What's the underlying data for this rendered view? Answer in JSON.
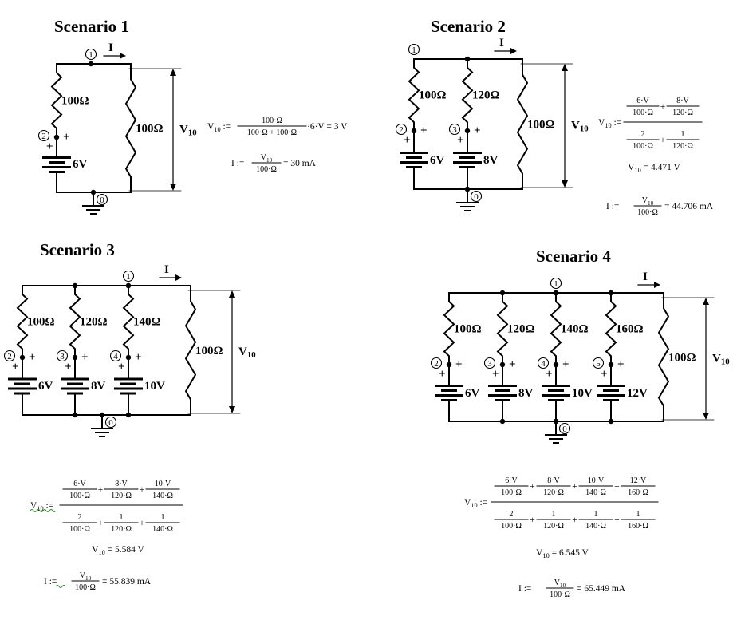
{
  "colors": {
    "ink": "#000000",
    "background": "#ffffff",
    "squiggle": "#2e8b2e"
  },
  "scenarios": [
    {
      "title": "Scenario 1",
      "branches": [
        {
          "resistor": "100Ω",
          "node": "2",
          "battery": "6V"
        }
      ],
      "load": "100Ω",
      "top_node": "1",
      "ground_node": "0",
      "current_label": "I",
      "voltage_label": "V10",
      "equations": {
        "v_lhs": "V10 :=",
        "v_num": "100·Ω",
        "v_den": "100·Ω + 100·Ω",
        "v_tail": "·6·V = 3 V",
        "i_lhs": "I :=",
        "i_num": "V10",
        "i_den": "100·Ω",
        "i_result": "= 30 mA"
      }
    },
    {
      "title": "Scenario 2",
      "branches": [
        {
          "resistor": "100Ω",
          "node": "2",
          "battery": "6V"
        },
        {
          "resistor": "120Ω",
          "node": "3",
          "battery": "8V"
        }
      ],
      "load": "100Ω",
      "top_node": "1",
      "ground_node": "0",
      "current_label": "I",
      "voltage_label": "V10",
      "equations": {
        "v_lhs": "V10 :=",
        "num_terms": [
          [
            "6·V",
            "100·Ω"
          ],
          [
            "8·V",
            "120·Ω"
          ]
        ],
        "den_terms": [
          [
            "2",
            "100·Ω"
          ],
          [
            "1",
            "120·Ω"
          ]
        ],
        "v_result": "V10 = 4.471 V",
        "i_lhs": "I :=",
        "i_num": "V10",
        "i_den": "100·Ω",
        "i_result": "= 44.706 mA"
      }
    },
    {
      "title": "Scenario 3",
      "branches": [
        {
          "resistor": "100Ω",
          "node": "2",
          "battery": "6V"
        },
        {
          "resistor": "120Ω",
          "node": "3",
          "battery": "8V"
        },
        {
          "resistor": "140Ω",
          "node": "4",
          "battery": "10V"
        }
      ],
      "load": "100Ω",
      "top_node": "1",
      "ground_node": "0",
      "current_label": "I",
      "voltage_label": "V10",
      "equations": {
        "v_lhs": "V10 :=",
        "num_terms": [
          [
            "6·V",
            "100·Ω"
          ],
          [
            "8·V",
            "120·Ω"
          ],
          [
            "10·V",
            "140·Ω"
          ]
        ],
        "den_terms": [
          [
            "2",
            "100·Ω"
          ],
          [
            "1",
            "120·Ω"
          ],
          [
            "1",
            "140·Ω"
          ]
        ],
        "v_result": "V10 = 5.584 V",
        "i_lhs": "I :=",
        "i_num": "V10",
        "i_den": "100·Ω",
        "i_result": "= 55.839 mA"
      }
    },
    {
      "title": "Scenario 4",
      "branches": [
        {
          "resistor": "100Ω",
          "node": "2",
          "battery": "6V"
        },
        {
          "resistor": "120Ω",
          "node": "3",
          "battery": "8V"
        },
        {
          "resistor": "140Ω",
          "node": "4",
          "battery": "10V"
        },
        {
          "resistor": "160Ω",
          "node": "5",
          "battery": "12V"
        }
      ],
      "load": "100Ω",
      "top_node": "1",
      "ground_node": "0",
      "current_label": "I",
      "voltage_label": "V10",
      "equations": {
        "v_lhs": "V10 :=",
        "num_terms": [
          [
            "6·V",
            "100·Ω"
          ],
          [
            "8·V",
            "120·Ω"
          ],
          [
            "10·V",
            "140·Ω"
          ],
          [
            "12·V",
            "160·Ω"
          ]
        ],
        "den_terms": [
          [
            "2",
            "100·Ω"
          ],
          [
            "1",
            "120·Ω"
          ],
          [
            "1",
            "140·Ω"
          ],
          [
            "1",
            "160·Ω"
          ]
        ],
        "v_result": "V10 = 6.545 V",
        "i_lhs": "I :=",
        "i_num": "V10",
        "i_den": "100·Ω",
        "i_result": "= 65.449 mA"
      }
    }
  ]
}
